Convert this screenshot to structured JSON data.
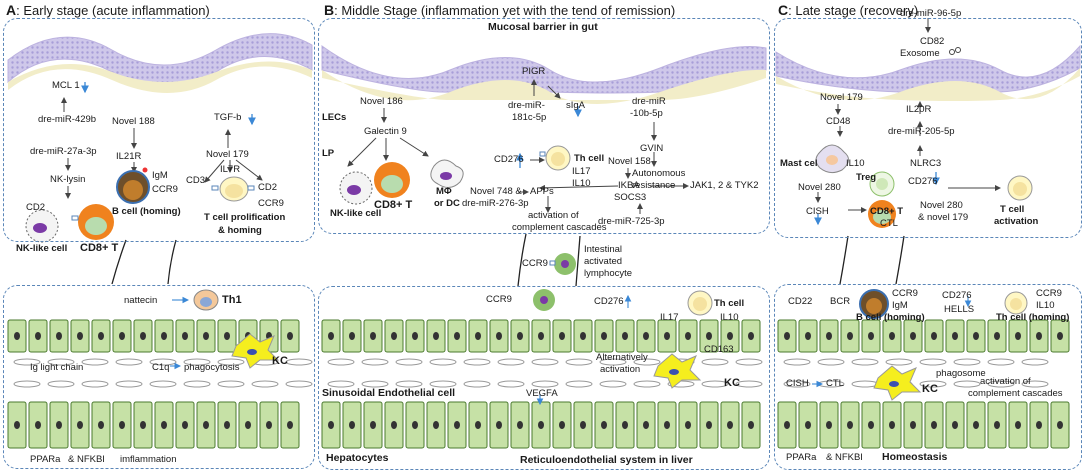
{
  "headers": {
    "a_letter": "A",
    "a_rest": ": Early stage (acute inflammation)",
    "b_letter": "B",
    "b_rest": ": Middle Stage (inflammation yet with the tend of remission)",
    "c_letter": "C",
    "c_rest": ": Late stage (recovery)"
  },
  "panelA_top": {
    "mcl1": "MCL 1",
    "mir429b": "dre-miR-429b",
    "mir27a": "dre-miR-27a-3p",
    "nklysin": "NK-lysin",
    "cd2_left": "CD2",
    "nk_like": "NK-like cell",
    "cd8t": "CD8+ T",
    "novel188": "Novel 188",
    "il21r": "IL21R",
    "igm": "IgM",
    "ccr9": "CCR9",
    "bcell": "B cell (homing)",
    "tgfb": "TGF-b",
    "novel179": "Novel 179",
    "cd3": "CD3",
    "il7r": "IL7R",
    "cd2_right": "CD2",
    "ccr9_right": "CCR9",
    "tprolif1": "T cell prolification",
    "tprolif2": "& homing"
  },
  "panelA_bottom": {
    "nattecin": "nattecin",
    "th1": "Th1",
    "ig_light": "Ig light chain",
    "c1q": "C1q",
    "phago": "phagocytosis",
    "kc": "KC",
    "ppar": "PPARa",
    "nfkbi": "& NFKBI",
    "imflam": "imflammation"
  },
  "panelB_top": {
    "mucosal": "Mucosal barrier in gut",
    "lecs": "LECs",
    "lp": "LP",
    "novel186": "Novel 186",
    "galectin": "Galectin 9",
    "nk_like": "NK-like cell",
    "cd8t": "CD8+ T",
    "mphi": "MΦ",
    "ordc": "or DC",
    "pigr": "PIGR",
    "mir181c": "dre-miR-",
    "mir181c2": "181c-5p",
    "siga": "sIgA",
    "mir10b": "dre-miR",
    "mir10b2": "-10b-5p",
    "gvin": "GVIN",
    "auto1": "Autonomous",
    "auto2": "resistance",
    "cd276": "CD276",
    "thcell": "Th cell",
    "il17": "IL17",
    "il10": "IL10",
    "novel748": "Novel 748 &",
    "mir276": "dre-miR-276-3p",
    "apps": "APPs",
    "activation1": "activation of",
    "activation2": "complement cascades",
    "novel158": "Novel 158",
    "ikba": "IKBA",
    "socs3": "SOCS3",
    "jak": "JAK1, 2 & TYK2",
    "mir725": "dre-miR-725-3p"
  },
  "middle": {
    "ccr9": "CCR9",
    "intestinal1": "Intestinal",
    "intestinal2": "activated",
    "intestinal3": "lymphocyte"
  },
  "panelB_bottom": {
    "ccr9": "CCR9",
    "cd276": "CD276",
    "thcell": "Th cell",
    "il17": "IL17",
    "il10": "IL10",
    "cd163": "CD163",
    "alt1": "Alternatively",
    "alt2": "activation",
    "kc": "KC",
    "sinusoidal": "Sinusoidal Endothelial cell",
    "vegfa": "VEGFA",
    "hepatocytes": "Hepatocytes",
    "reticulo": "Reticuloendothelial system in liver"
  },
  "panelC_top": {
    "mir96": "dre-miR-96-5p",
    "cd82": "CD82",
    "exosome": "Exosome",
    "novel179": "Novel 179",
    "cd48": "CD48",
    "mastcel": "Mast cel",
    "il20r": "IL20R",
    "mir205": "dre-miR-205-5p",
    "il10": "IL10",
    "treg": "Treg",
    "nlrc3": "NLRC3",
    "cd276": "CD276",
    "novel280": "Novel 280",
    "cish": "CISH",
    "cd8t": "CD8+ T",
    "ctl": "CTL",
    "novel280b": "Novel 280",
    "novel179b": "& novel 179",
    "tact1": "T cell",
    "tact2": "activation"
  },
  "panelC_bottom": {
    "cd22": "CD22",
    "bcr": "BCR",
    "ccr9": "CCR9",
    "igm": "IgM",
    "bcell": "B cell (homing)",
    "cd276": "CD276",
    "hells": "HELLS",
    "ccr9b": "CCR9",
    "il10": "IL10",
    "thcell": "Th cell (homing)",
    "cish": "CISH",
    "ctl": "CTL",
    "phagosome": "phagosome",
    "kc": "KC",
    "activation1": "activation of",
    "activation2": "complement cascades",
    "ppar": "PPARa",
    "nfkbi": "& NFKBI",
    "homeostasis": "Homeostasis"
  },
  "colors": {
    "panel_border": "#5a86b8",
    "gut_lining": "#c8c0e6",
    "gut_base": "#f2edc8",
    "hepatocyte": "#c6e1a6",
    "cd8_orange": "#f0821e",
    "kc_yellow": "#f5ee1e",
    "arrow_blue": "#3b88d6"
  }
}
